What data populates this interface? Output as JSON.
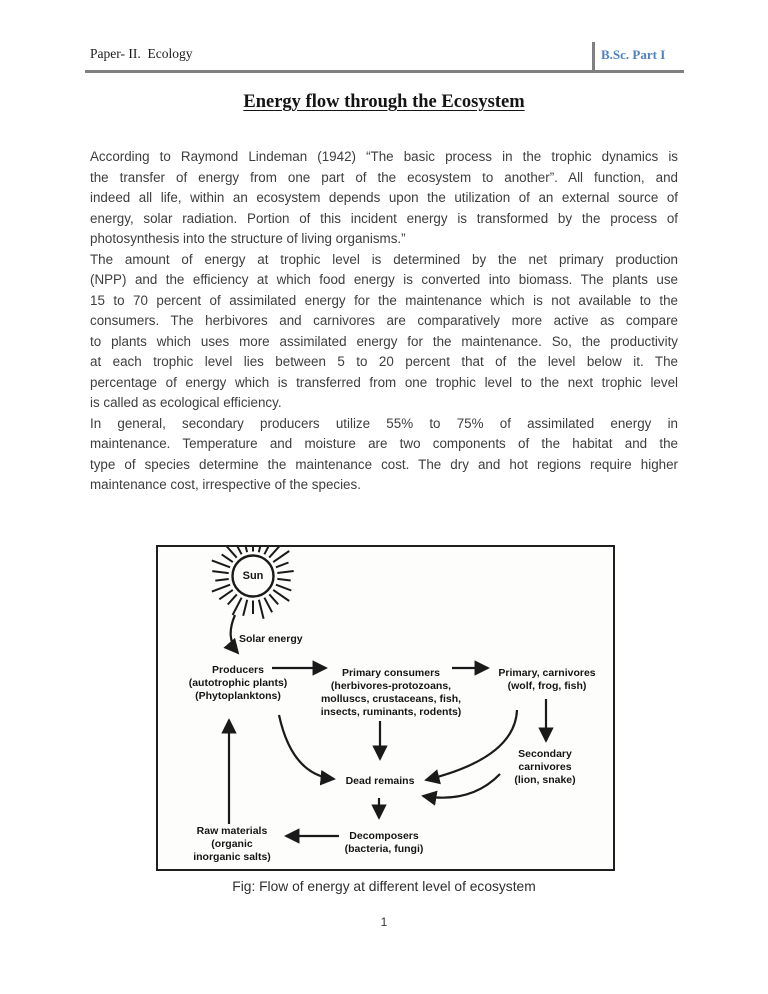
{
  "header": {
    "course": "Paper- II.  Ecology",
    "program": "B.Sc. Part I"
  },
  "title": "Energy flow through the Ecosystem",
  "paragraphs": {
    "p1": [
      "According to Raymond Lindeman (1942) “The basic process in the trophic dynamics is",
      "the transfer of energy from one part of the ecosystem to another”. All function, and",
      "indeed all life, within an ecosystem depends upon the utilization of an external source of",
      "energy, solar radiation. Portion of this incident energy is transformed by the process of",
      "photosynthesis into the structure of living organisms.”"
    ],
    "p2": [
      "The amount of energy at trophic level is determined by the net primary production",
      "(NPP) and the efficiency at which food energy is converted into biomass. The plants use",
      "15 to 70 percent of assimilated energy for the maintenance which is not available to the",
      "consumers. The herbivores and carnivores are comparatively more active as compare",
      "to plants which uses more assimilated energy for the maintenance. So, the productivity",
      "at each trophic level lies between 5 to 20 percent that of the level below it. The",
      "percentage of energy which is transferred from one trophic level to the next trophic level",
      "is called as ecological efficiency."
    ],
    "p3": [
      "In general, secondary producers utilize 55% to 75% of assimilated energy in",
      "maintenance. Temperature and moisture are two components of the habitat and the",
      "type of species determine the maintenance cost. The dry and hot regions require higher",
      "maintenance cost, irrespective of the species."
    ]
  },
  "figure": {
    "caption": "Fig: Flow of energy at different level of ecosystem",
    "nodes": {
      "sun": "Sun",
      "solar_energy": "Solar energy",
      "producers": [
        "Producers",
        "(autotrophic plants)",
        "(Phytoplanktons)"
      ],
      "primary_consumers": [
        "Primary consumers",
        "(herbivores-protozoans,",
        "molluscs, crustaceans, fish,",
        "insects, ruminants, rodents)"
      ],
      "primary_carnivores": [
        "Primary, carnivores",
        "(wolf, frog, fish)"
      ],
      "secondary_carnivores": [
        "Secondary",
        "carnivores",
        "(lion, snake)"
      ],
      "dead_remains": "Dead remains",
      "decomposers": [
        "Decomposers",
        "(bacteria, fungi)"
      ],
      "raw_materials": [
        "Raw materials",
        "(organic",
        "inorganic salts)"
      ]
    }
  },
  "page_number": "1",
  "colors": {
    "accent_blue": "#4f81bd",
    "rule_gray": "#808080",
    "ink": "#1f1f1f"
  }
}
